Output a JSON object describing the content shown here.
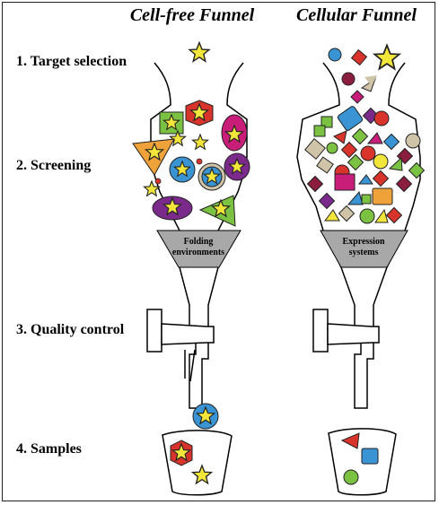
{
  "columns": {
    "cell_free_title": "Cell-free Funnel",
    "cellular_title": "Cellular Funnel"
  },
  "steps": {
    "step1": "1. Target selection",
    "step2": "2. Screening",
    "step3": "3. Quality control",
    "step4": "4. Samples"
  },
  "bands": {
    "cell_free_band": [
      "Folding",
      "environments"
    ],
    "cellular_band": [
      "Expression",
      "systems"
    ]
  },
  "colors": {
    "star": "#f2e63a",
    "funnel_band": "#a8a8a8",
    "red": "#d9342b",
    "green": "#7cc242",
    "blue": "#3a93d3",
    "purple": "#7b2a8c",
    "magenta": "#c81e7a",
    "orange": "#f0a23a",
    "tan": "#cfc3a8",
    "maroon": "#8b1e3f"
  }
}
